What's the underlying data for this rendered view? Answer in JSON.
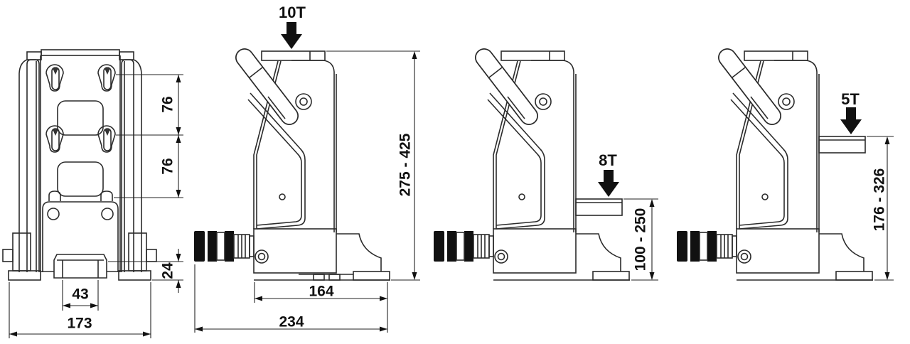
{
  "drawing": {
    "type": "technical-dimension-drawing",
    "subject": "hydraulic-toe-jack",
    "views": {
      "front": {
        "dim_hole_pitch_upper": "76",
        "dim_hole_pitch_lower": "76",
        "dim_toe_plate_height": "24",
        "dim_toe_width": "43",
        "dim_overall_width": "173"
      },
      "side_head_position": {
        "load_rating": "10T",
        "dim_height_range": "275 - 425",
        "dim_base_length": "164",
        "dim_overall_length": "234"
      },
      "side_toe_mid_position": {
        "load_rating": "8T",
        "dim_toe_height_range": "100 - 250"
      },
      "side_toe_high_position": {
        "load_rating": "5T",
        "dim_toe_height_range": "176 - 326"
      }
    },
    "icons": {
      "load_arrow": "filled-down-arrow"
    },
    "colors": {
      "line": "#2b2b2b",
      "text": "#111111",
      "arrow_fill": "#111111",
      "coupler_black": "#111111",
      "background": "#ffffff"
    }
  }
}
